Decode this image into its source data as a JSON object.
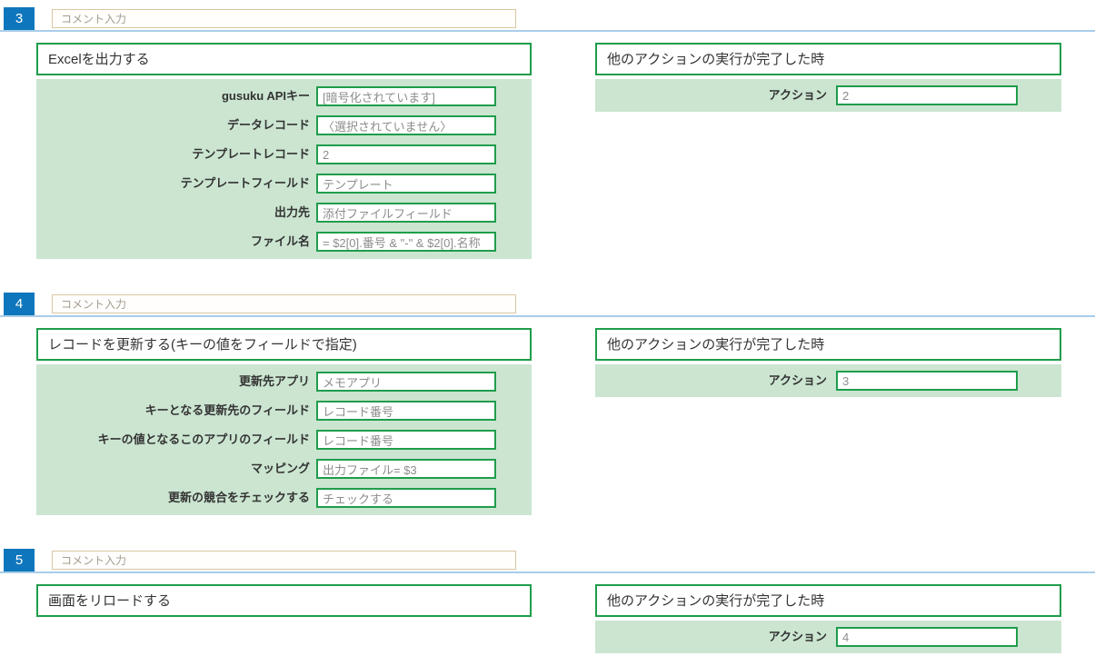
{
  "colors": {
    "green": "#1f9d4b",
    "bg": "#cbe5d1",
    "badge": "#0e76bc",
    "divider": "#a9cde8",
    "comment": "#d9c7a0"
  },
  "sections": [
    {
      "number": "3",
      "comment_placeholder": "コメント入力",
      "action": {
        "title": "Excelを出力する",
        "fields": [
          {
            "label": "gusuku APIキー",
            "value": "[暗号化されています]"
          },
          {
            "label": "データレコード",
            "value": "〈選択されていません〉"
          },
          {
            "label": "テンプレートレコード",
            "value": "2"
          },
          {
            "label": "テンプレートフィールド",
            "value": "テンプレート"
          },
          {
            "label": "出力先",
            "value": "添付ファイルフィールド"
          },
          {
            "label": "ファイル名",
            "value": "= $2[0].番号 & \"-\" & $2[0].名称"
          }
        ]
      },
      "condition": {
        "title": "他のアクションの実行が完了した時",
        "fields": [
          {
            "label": "アクション",
            "value": "2"
          }
        ]
      }
    },
    {
      "number": "4",
      "comment_placeholder": "コメント入力",
      "action": {
        "title": "レコードを更新する(キーの値をフィールドで指定)",
        "fields": [
          {
            "label": "更新先アプリ",
            "value": "メモアプリ"
          },
          {
            "label": "キーとなる更新先のフィールド",
            "value": "レコード番号"
          },
          {
            "label": "キーの値となるこのアプリのフィールド",
            "value": "レコード番号"
          },
          {
            "label": "マッピング",
            "value": "出力ファイル= $3"
          },
          {
            "label": "更新の競合をチェックする",
            "value": "チェックする"
          }
        ]
      },
      "condition": {
        "title": "他のアクションの実行が完了した時",
        "fields": [
          {
            "label": "アクション",
            "value": "3"
          }
        ]
      }
    },
    {
      "number": "5",
      "comment_placeholder": "コメント入力",
      "action": {
        "title": "画面をリロードする",
        "fields": []
      },
      "condition": {
        "title": "他のアクションの実行が完了した時",
        "fields": [
          {
            "label": "アクション",
            "value": "4"
          }
        ]
      }
    }
  ]
}
